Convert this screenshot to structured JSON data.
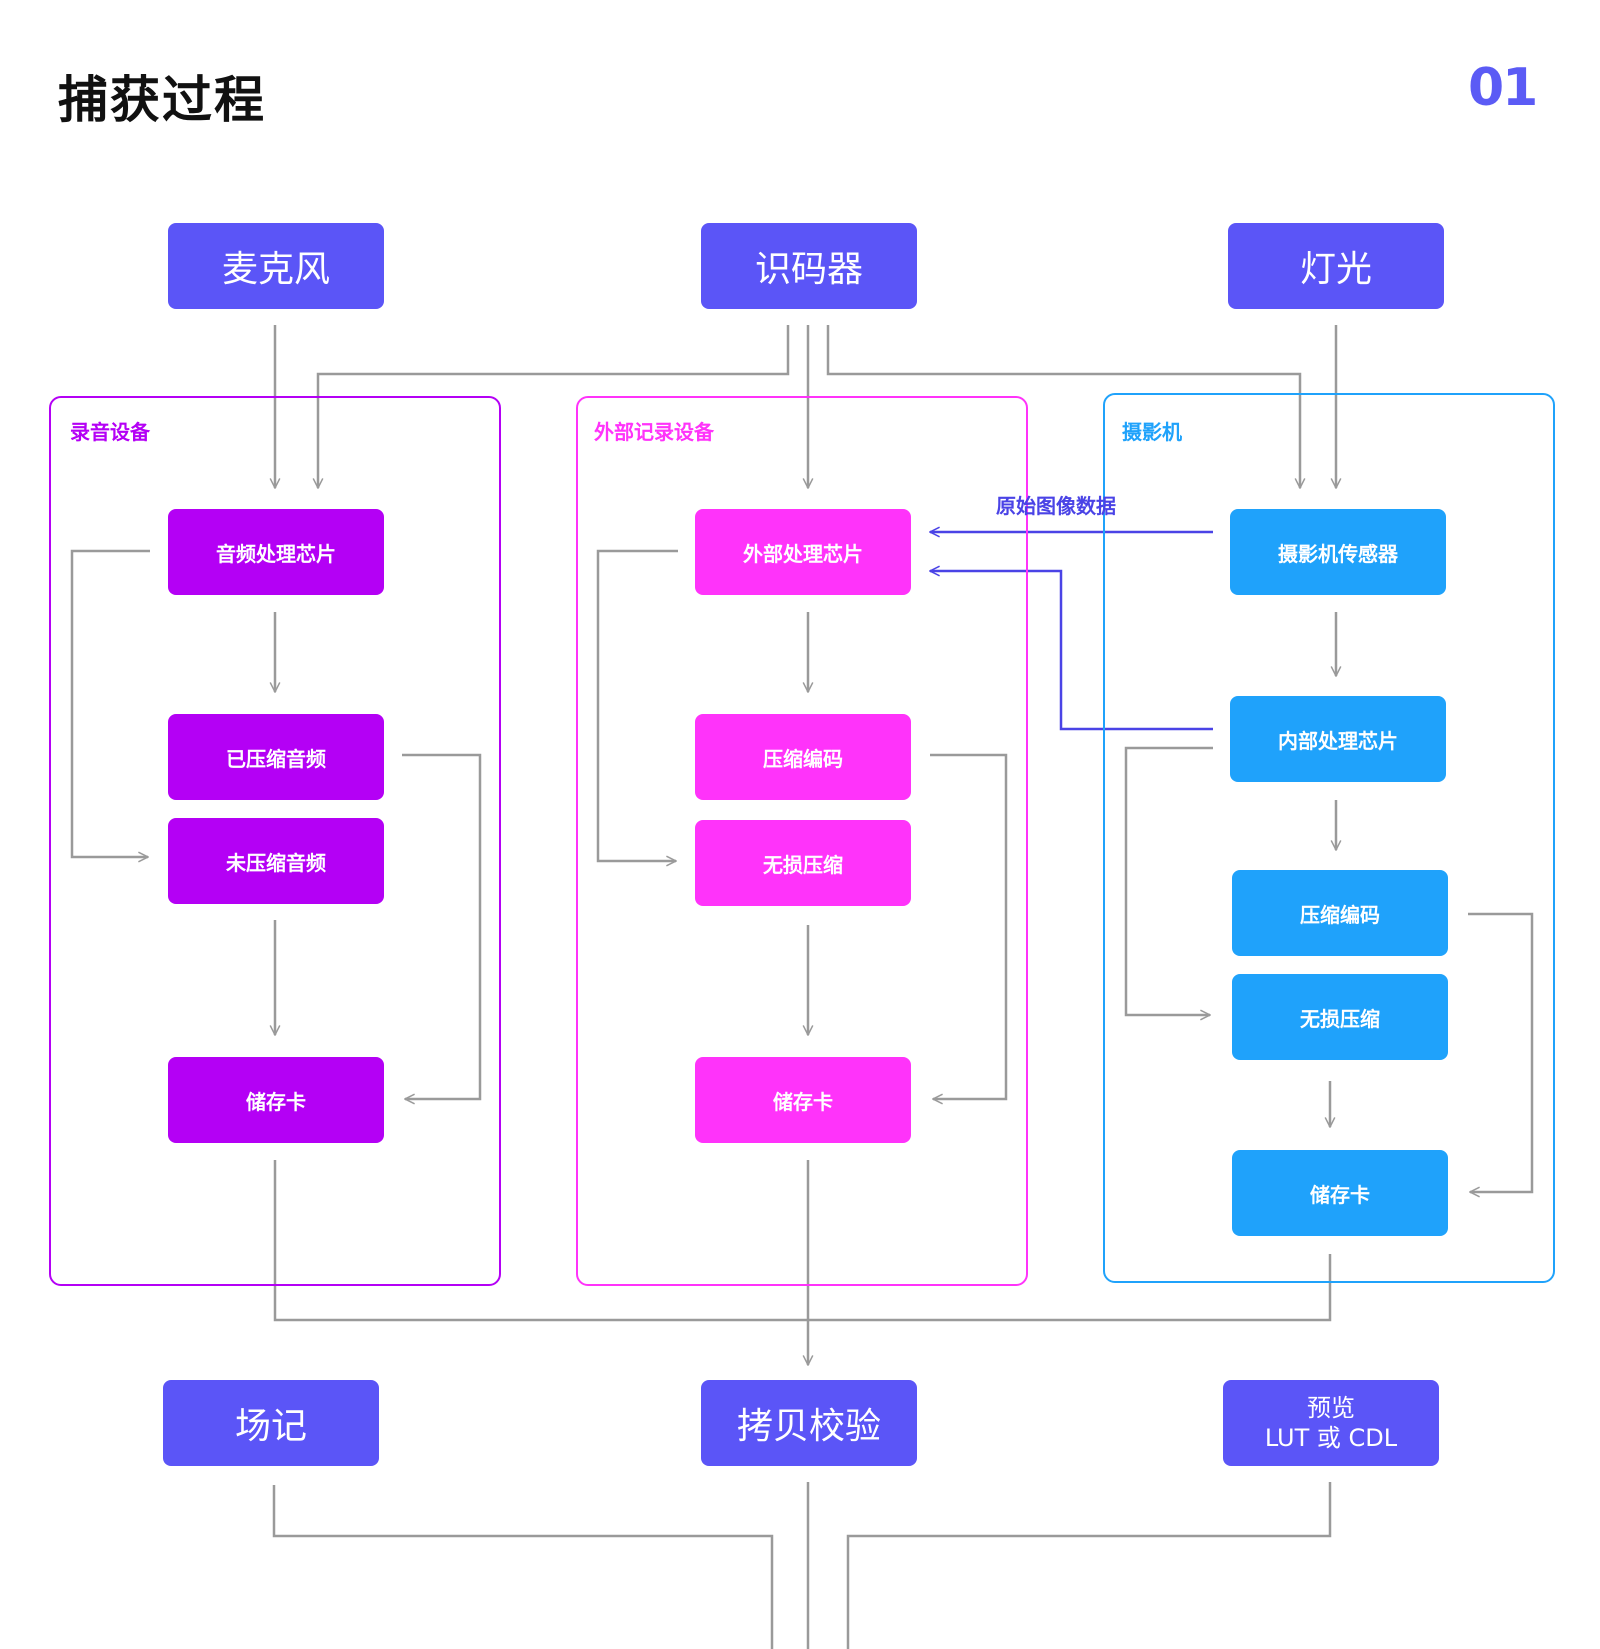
{
  "header": {
    "title": "捕获过程",
    "page_number": "01"
  },
  "colors": {
    "indigo": "#5B55F7",
    "purple": "#B400F5",
    "pink": "#FF33FA",
    "blue": "#1FA2FB",
    "arrow_gray": "#9A9A9A",
    "raw_arrow": "#4A43E6"
  },
  "sources": {
    "microphone": "麦克风",
    "slate": "识码器",
    "lighting": "灯光"
  },
  "groups": {
    "audio": {
      "label": "录音设备",
      "processor": "音频处理芯片",
      "compressed": "已压缩音频",
      "uncompressed": "未压缩音频",
      "storage": "储存卡"
    },
    "external": {
      "label": "外部记录设备",
      "processor": "外部处理芯片",
      "compressed": "压缩编码",
      "lossless": "无损压缩",
      "storage": "储存卡"
    },
    "camera": {
      "label": "摄影机",
      "sensor": "摄影机传感器",
      "processor": "内部处理芯片",
      "compressed": "压缩编码",
      "lossless": "无损压缩",
      "storage": "储存卡"
    }
  },
  "raw_label": "原始图像数据",
  "outputs": {
    "script_log": "场记",
    "copy_verify": "拷贝校验",
    "preview_line1": "预览",
    "preview_line2": "LUT 或 CDL"
  }
}
